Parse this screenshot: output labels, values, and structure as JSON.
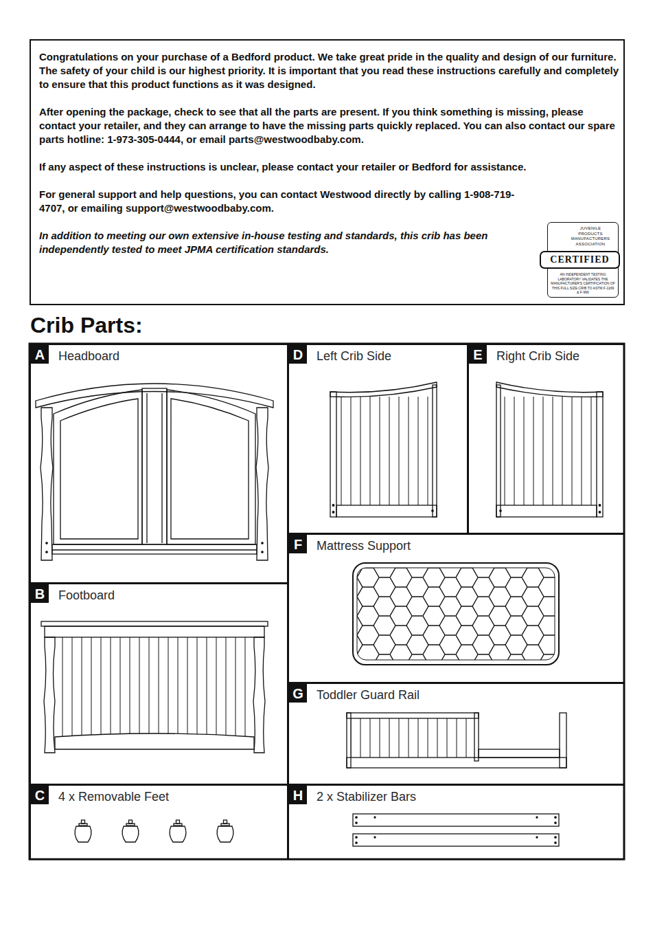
{
  "diagram": {
    "title": "Crib Parts:",
    "nodes": [
      {
        "text": [
          "Congratulations on your purchase of a Bedford product. We take great pride in the quality and design of our furniture. The safety of your child is our highest priority. It is important that you read these instructions carefully and completely to ensure that this product functions as it was designed.",
          "After opening the package, check to see that all the parts are present. If you think something is missing, please contact your retailer, and they can arrange to have the missing parts quickly replaced. You can also contact our spare parts hotline: 1-973-305-0444, or email parts@westwoodbaby.com.",
          "If any aspect of these instructions is unclear, please contact your retailer or Bedford for assistance.",
          "For general support and help questions, you can contact Westwood directly by calling 1-908-719-4707, or emailing support@westwoodbaby.com.",
          "In addition to meeting our own extensive in-house testing and standards, this crib has been independently tested to meet JPMA certification standards."
        ]
      },
      {
        "text": [
          "JUVENILE PRODUCTS MANUFACTURERS ASSOCIATION",
          "AN INDEPENDENT TESTING LABORATORY VALIDATES THE MANUFACTURER'S CERTIFICATION OF THIS FULL SIZE CRIB TO ASTM F-1169 & F-966"
        ],
        "in": 0
      },
      {
        "text": [
          "CERTIFIED"
        ],
        "in": 1
      },
      {
        "text": [
          "Headboard"
        ]
      },
      {
        "text": [
          "A"
        ],
        "in": 3
      },
      {
        "text": [
          "Left Crib Side"
        ]
      },
      {
        "text": [
          "D"
        ],
        "in": 5
      },
      {
        "text": [
          "Right Crib Side"
        ]
      },
      {
        "text": [
          "E"
        ],
        "in": 7
      },
      {
        "text": [
          "Mattress Support"
        ]
      },
      {
        "text": [
          "F"
        ],
        "in": 9
      },
      {
        "text": [
          "Footboard"
        ]
      },
      {
        "text": [
          "B"
        ],
        "in": 11
      },
      {
        "text": [
          "Toddler Guard Rail"
        ]
      },
      {
        "text": [
          "G"
        ],
        "in": 13
      },
      {
        "text": [
          "4 x Removable Feet"
        ]
      },
      {
        "text": [
          "C"
        ],
        "in": 15
      },
      {
        "text": [
          "2 x Stabilizer Bars"
        ]
      },
      {
        "text": [
          "H"
        ],
        "in": 17
      }
    ]
  }
}
